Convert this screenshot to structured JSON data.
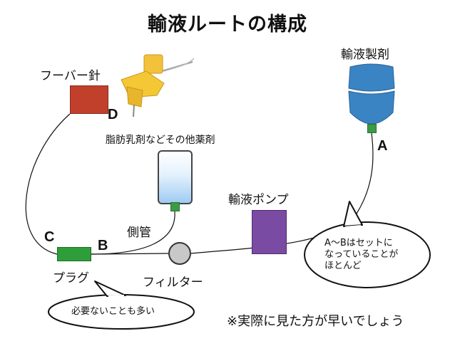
{
  "title": "輸液ルートの構成",
  "labels": {
    "huber_needle": "フーバー針",
    "iv_bag": "輸液製剤",
    "lipid": "脂肪乳剤などその他薬剤",
    "side_tube": "側管",
    "pump": "輸液ポンプ",
    "plug": "プラグ",
    "filter": "フィルター"
  },
  "points": {
    "a": "A",
    "b": "B",
    "c": "C",
    "d": "D"
  },
  "bubbles": {
    "set_note": [
      "A〜Bはセットに",
      "なっていることが",
      "ほとんど"
    ],
    "plug_note": "必要ないことも多い"
  },
  "footer_note": "※実際に見た方が早いでしょう",
  "colors": {
    "needle_pad": "#c0402c",
    "plug": "#2e9e3a",
    "pump": "#7a4ba3",
    "bag": "#3a84c4",
    "connector": "#3c9b45",
    "filter": "#c8c8c8"
  }
}
